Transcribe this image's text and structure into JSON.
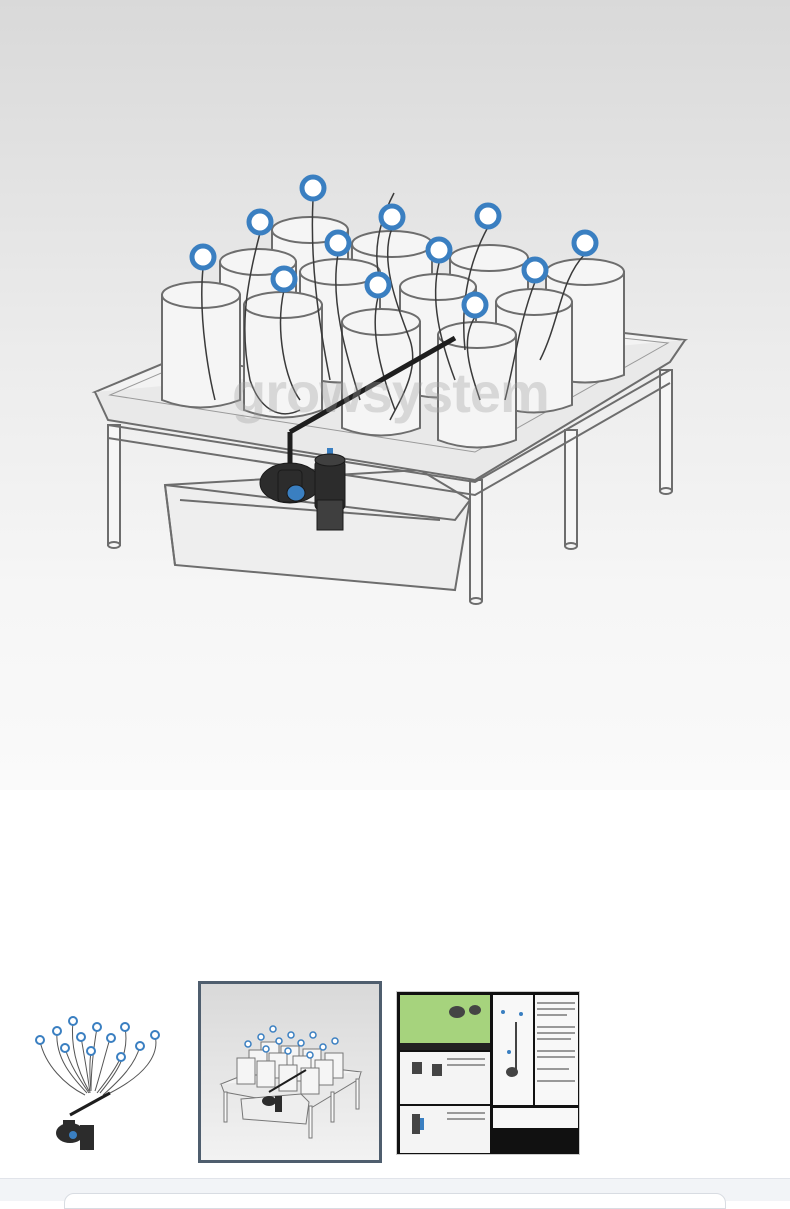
{
  "product": {
    "watermark_text": "growsystem",
    "accent_color": "#3a7fc1",
    "frame_color": "#4f5e6e"
  },
  "thumbnails": [
    {
      "name": "thumb-drip-kit",
      "selected": false
    },
    {
      "name": "thumb-system-overview",
      "selected": true
    },
    {
      "name": "thumb-instruction-sheet",
      "selected": false
    }
  ]
}
